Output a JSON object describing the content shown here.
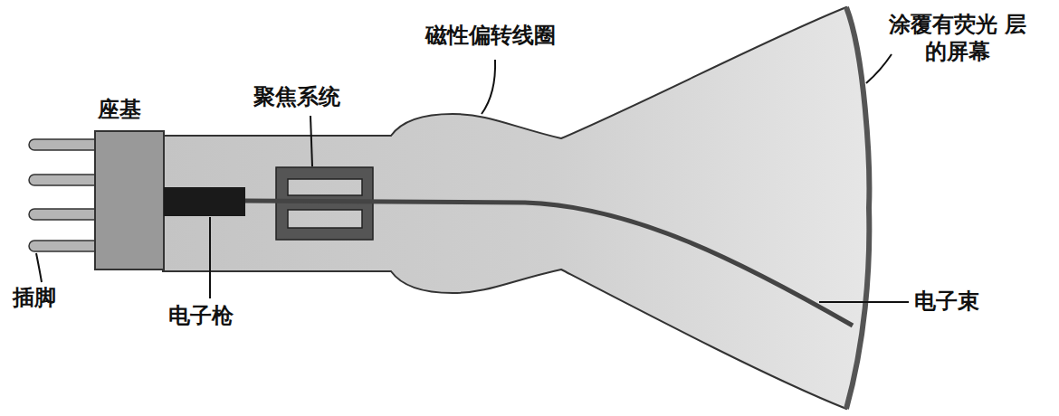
{
  "diagram": {
    "labels": [
      "磁性偏转线圈",
      "涂覆有荧光 层的屏幕",
      "座基",
      "聚焦系统",
      "插脚",
      "电子枪",
      "电子束"
    ]
  }
}
